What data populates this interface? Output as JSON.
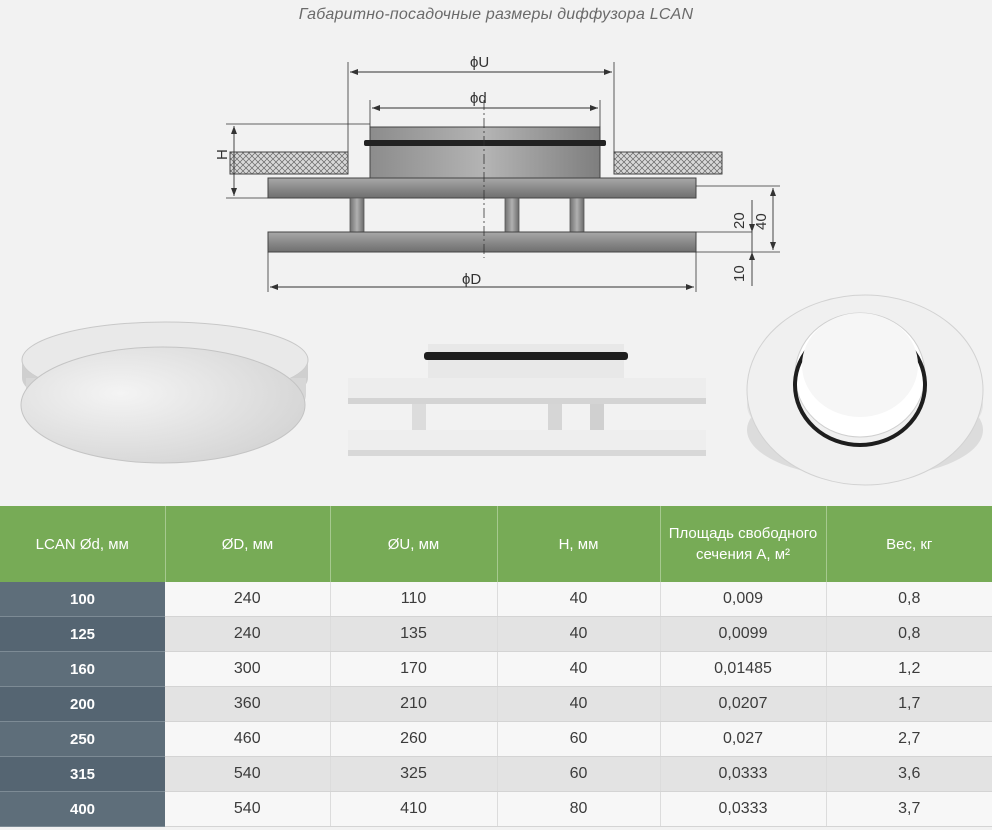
{
  "title": "Габаритно-посадочные размеры диффузора LCAN",
  "drawing": {
    "label_u": "ϕU",
    "label_d": "ϕd",
    "label_D": "ϕD",
    "label_h": "H",
    "label_20": "20",
    "label_40": "40",
    "label_10": "10"
  },
  "table": {
    "headers": [
      "LCAN Ød, мм",
      "ØD, мм",
      "ØU, мм",
      "H, мм",
      "Площадь свободного сечения A, м²",
      "Вес, кг"
    ],
    "rows": [
      [
        "100",
        "240",
        "110",
        "40",
        "0,009",
        "0,8"
      ],
      [
        "125",
        "240",
        "135",
        "40",
        "0,0099",
        "0,8"
      ],
      [
        "160",
        "300",
        "170",
        "40",
        "0,01485",
        "1,2"
      ],
      [
        "200",
        "360",
        "210",
        "40",
        "0,0207",
        "1,7"
      ],
      [
        "250",
        "460",
        "260",
        "60",
        "0,027",
        "2,7"
      ],
      [
        "315",
        "540",
        "325",
        "60",
        "0,0333",
        "3,6"
      ],
      [
        "400",
        "540",
        "410",
        "80",
        "0,0333",
        "3,7"
      ]
    ]
  },
  "colors": {
    "header_green": "#77ab56",
    "first_column": "#5e6e7a"
  }
}
